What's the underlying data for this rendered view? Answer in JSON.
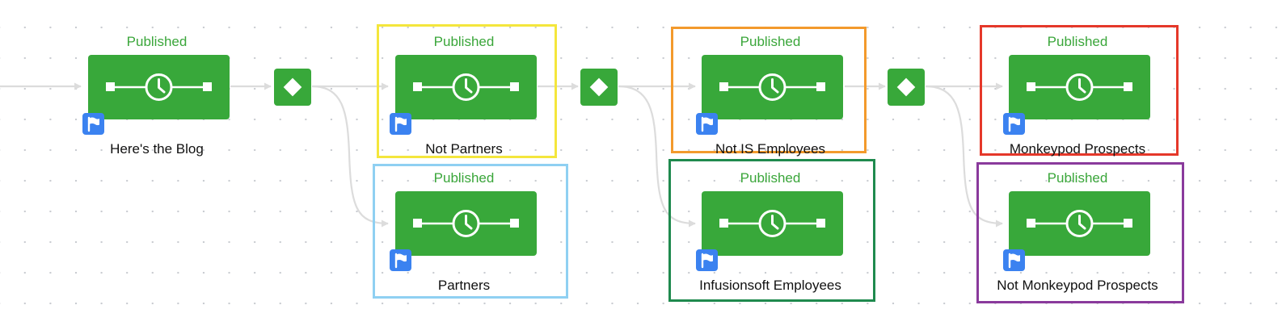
{
  "colors": {
    "node_green": "#38a83a",
    "status_green": "#3aa63a",
    "flag_blue": "#3b82f0",
    "connector_gray": "#dcdcdc"
  },
  "icons": {
    "step": "timer-clock-icon",
    "goal": "flag-icon",
    "decision": "diamond-icon"
  },
  "nodes": [
    {
      "status": "Published",
      "label": "Here's the Blog"
    },
    {
      "status": "Published",
      "label": "Not Partners",
      "highlight": "#f4e63c"
    },
    {
      "status": "Published",
      "label": "Partners",
      "highlight": "#8fd0f2"
    },
    {
      "status": "Published",
      "label": "Not IS Employees",
      "highlight": "#f39a2c"
    },
    {
      "status": "Published",
      "label": "Infusionsoft Employees",
      "highlight": "#1f8a4e"
    },
    {
      "status": "Published",
      "label": "Monkeypod Prospects",
      "highlight": "#e5382a"
    },
    {
      "status": "Published",
      "label": "Not Monkeypod Prospects",
      "highlight": "#8a3a9c"
    }
  ]
}
